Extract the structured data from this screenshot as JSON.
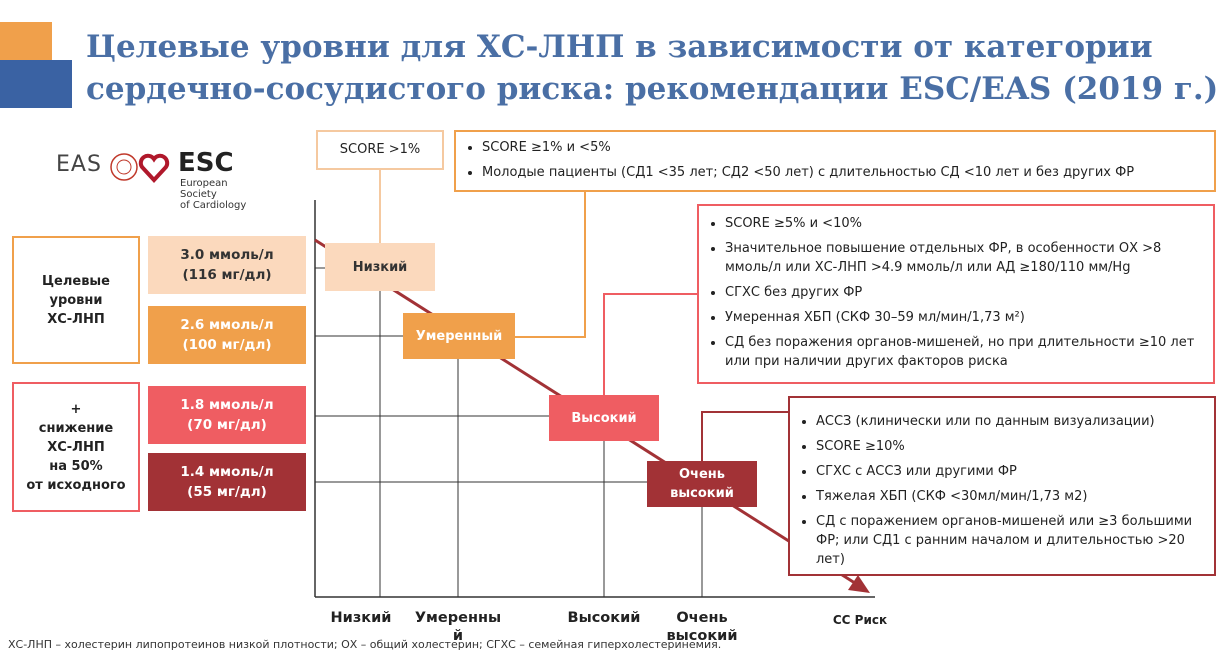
{
  "title": {
    "line1": "Целевые уровни для ХС-ЛНП в зависимости от категории",
    "line2": "сердечно-сосудистого риска: рекомендации ESC/EAS (2019 г.)"
  },
  "logo": {
    "eas": "EAS",
    "esc": "ESC",
    "esc_sub": "European Society\nof Cardiology"
  },
  "legend": {
    "targets": "Целевые\nуровни\nХС-ЛНП",
    "reduction": "+\nснижение\nХС-ЛНП\nна 50%\nот исходного"
  },
  "targets": [
    {
      "value": "3.0 ммоль/л\n(116 мг/дл)",
      "bg": "#fbd9bd",
      "fg": "#333333"
    },
    {
      "value": "2.6 ммоль/л\n(100 мг/дл)",
      "bg": "#f0a04b",
      "fg": "#ffffff"
    },
    {
      "value": "1.8 ммоль/л\n(70 мг/дл)",
      "bg": "#ef5d62",
      "fg": "#ffffff"
    },
    {
      "value": "1.4 ммоль/л\n(55 мг/дл)",
      "bg": "#a23236",
      "fg": "#ffffff"
    }
  ],
  "categories": [
    {
      "label": "Низкий",
      "bg": "#fbd9bd",
      "fg": "#333333"
    },
    {
      "label": "Умеренный",
      "bg": "#f0a04b",
      "fg": "#ffffff"
    },
    {
      "label": "Высокий",
      "bg": "#ef5d62",
      "fg": "#ffffff"
    },
    {
      "label": "Очень\nвысокий",
      "bg": "#a23236",
      "fg": "#ffffff"
    }
  ],
  "x_labels": [
    "Низкий",
    "Умеренны\nй",
    "Высокий",
    "Очень\nвысокий",
    "СС Риск"
  ],
  "boxes": {
    "low": "SCORE >1%",
    "moderate": [
      "SCORE ≥1% и <5%",
      "Молодые пациенты  (СД1 <35 лет; СД2 <50 лет) с длительностью СД <10 лет и без других ФР"
    ],
    "high": [
      "SCORE ≥5% и <10%",
      "Значительное повышение отдельных ФР, в особенности ОХ >8 ммоль/л или ХС-ЛНП >4.9 ммоль/л или АД ≥180/110 мм/Hg",
      "СГХС без других ФР",
      "Умеренная ХБП (СКФ 30–59 мл/мин/1,73 м²)",
      "СД без поражения органов-мишеней, но при длительности ≥10 лет или при наличии других факторов риска"
    ],
    "very_high": [
      "АССЗ (клинически или по данным визуализации)",
      "SCORE ≥10%",
      "СГХС с АССЗ или другими ФР",
      "Тяжелая ХБП (СКФ <30мл/мин/1,73 м2)",
      "СД с поражением органов-мишеней или ≥3 большими ФР; или СД1 с ранним началом и длительностью >20 лет)"
    ]
  },
  "footnote": "ХС-ЛНП – холестерин липопротеинов низкой плотности; ОХ – общий холестерин; СГХС – семейная гиперхолестеринемия.",
  "colors": {
    "low": "#fbd9bd",
    "moderate": "#f0a04b",
    "high": "#ef5d62",
    "very_high": "#a23236",
    "arrow": "#a23236",
    "title": "#4a6fa5"
  }
}
